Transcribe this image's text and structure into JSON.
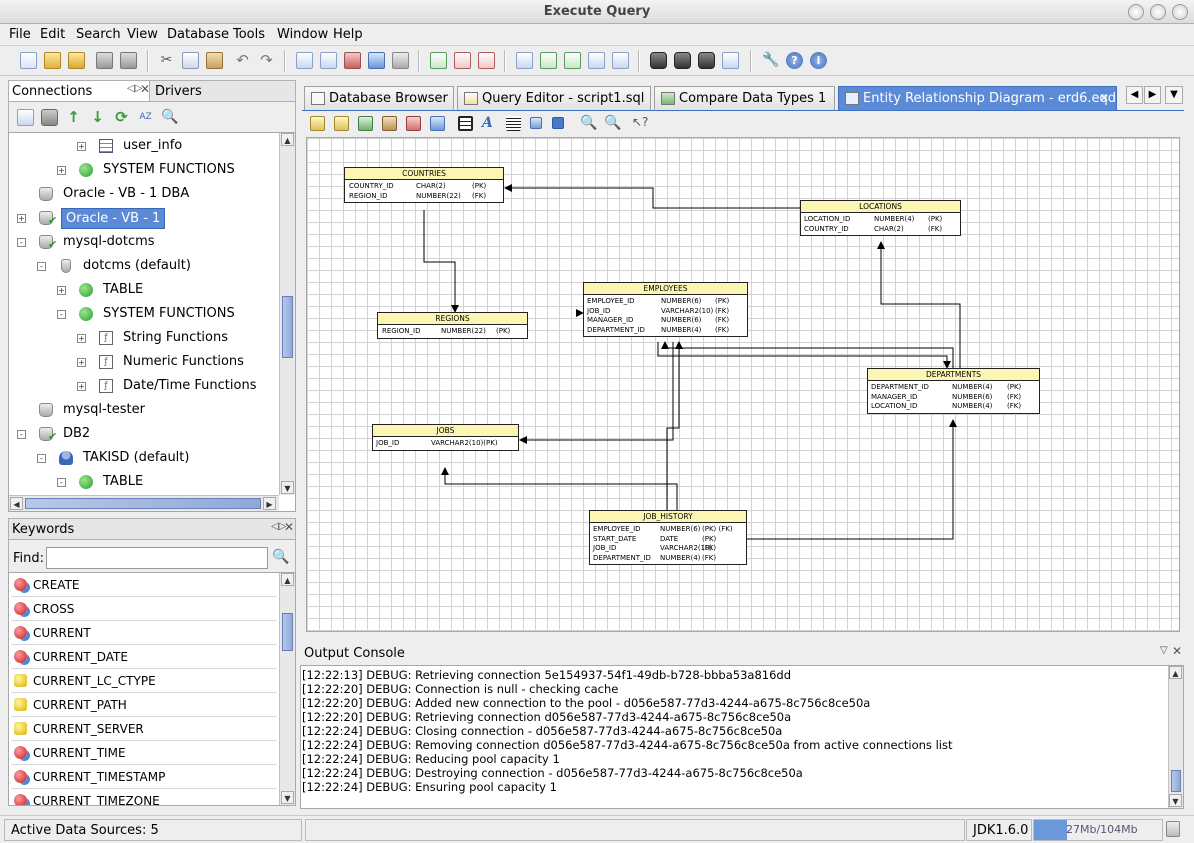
{
  "window": {
    "title": "Execute Query"
  },
  "menu": [
    "File",
    "Edit",
    "Search",
    "View",
    "Database",
    "Tools",
    "Window",
    "Help"
  ],
  "toolbar": {
    "icons": [
      "new-file-icon",
      "open-folder-icon",
      "save-icon",
      "print-preview-icon",
      "print-icon",
      "cut-icon",
      "copy-icon",
      "paste-icon",
      "undo-icon",
      "redo-icon",
      "edit-icon",
      "query-icon",
      "table-icon",
      "refresh-icon",
      "cube-icon",
      "export-icon",
      "import-icon",
      "transfer-icon",
      "document-icon",
      "document-add-icon",
      "document-edit-icon",
      "gear-icon",
      "settings-icon",
      "binoculars-icon",
      "binoculars-forward-icon",
      "binoculars-back-icon",
      "binoculars-go-icon",
      "wrench-icon",
      "help-icon",
      "info-icon"
    ]
  },
  "left_panel": {
    "tab_connections": "Connections",
    "tab_drivers": "Drivers",
    "tree": [
      {
        "label": "user_info",
        "icon": "table-grid-icon",
        "indent": 5,
        "expander": "+"
      },
      {
        "label": "SYSTEM FUNCTIONS",
        "icon": "green-dot-icon",
        "indent": 4,
        "expander": "+"
      },
      {
        "label": "Oracle - VB - 1 DBA",
        "icon": "database-icon",
        "indent": 2,
        "expander": ""
      },
      {
        "label": "Oracle - VB - 1",
        "icon": "database-connected-icon",
        "indent": 2,
        "expander": "+",
        "selected": true
      },
      {
        "label": "mysql-dotcms",
        "icon": "database-connected-icon",
        "indent": 2,
        "expander": "-"
      },
      {
        "label": "dotcms (default)",
        "icon": "schema-icon",
        "indent": 3,
        "expander": "-"
      },
      {
        "label": "TABLE",
        "icon": "green-dot-icon",
        "indent": 4,
        "expander": "+"
      },
      {
        "label": "SYSTEM FUNCTIONS",
        "icon": "green-dot-icon",
        "indent": 4,
        "expander": "-"
      },
      {
        "label": "String Functions",
        "icon": "function-icon",
        "indent": 5,
        "expander": "+"
      },
      {
        "label": "Numeric Functions",
        "icon": "function-icon",
        "indent": 5,
        "expander": "+"
      },
      {
        "label": "Date/Time Functions",
        "icon": "function-icon",
        "indent": 5,
        "expander": "+"
      },
      {
        "label": "mysql-tester",
        "icon": "database-icon",
        "indent": 2,
        "expander": ""
      },
      {
        "label": "DB2",
        "icon": "database-connected-icon",
        "indent": 2,
        "expander": "-"
      },
      {
        "label": "TAKISD (default)",
        "icon": "user-icon",
        "indent": 3,
        "expander": "-"
      },
      {
        "label": "TABLE",
        "icon": "green-dot-icon",
        "indent": 4,
        "expander": "-"
      }
    ]
  },
  "keywords_panel": {
    "title": "Keywords",
    "find_label": "Find:",
    "find_value": "",
    "items": [
      {
        "label": "CREATE",
        "kind": "red"
      },
      {
        "label": "CROSS",
        "kind": "red"
      },
      {
        "label": "CURRENT",
        "kind": "red"
      },
      {
        "label": "CURRENT_DATE",
        "kind": "red"
      },
      {
        "label": "CURRENT_LC_CTYPE",
        "kind": "yellow"
      },
      {
        "label": "CURRENT_PATH",
        "kind": "yellow"
      },
      {
        "label": "CURRENT_SERVER",
        "kind": "yellow"
      },
      {
        "label": "CURRENT_TIME",
        "kind": "red"
      },
      {
        "label": "CURRENT_TIMESTAMP",
        "kind": "red"
      },
      {
        "label": "CURRENT_TIMEZONE",
        "kind": "red"
      }
    ]
  },
  "editor_tabs": [
    {
      "label": "Database Browser",
      "active": false
    },
    {
      "label": "Query Editor - script1.sql",
      "active": false
    },
    {
      "label": "Compare Data Types 1",
      "active": false
    },
    {
      "label": "Entity Relationship Diagram - erd6.eqd",
      "active": true
    }
  ],
  "erd": {
    "entities": [
      {
        "id": "countries",
        "name": "COUNTRIES",
        "rows": [
          [
            "COUNTRY_ID",
            "CHAR(2)",
            "(PK)"
          ],
          [
            "REGION_ID",
            "NUMBER(22)",
            "(FK)"
          ]
        ]
      },
      {
        "id": "locations",
        "name": "LOCATIONS",
        "rows": [
          [
            "LOCATION_ID",
            "NUMBER(4)",
            "(PK)"
          ],
          [
            "COUNTRY_ID",
            "CHAR(2)",
            "(FK)"
          ]
        ]
      },
      {
        "id": "employees",
        "name": "EMPLOYEES",
        "rows": [
          [
            "EMPLOYEE_ID",
            "NUMBER(6)",
            "(PK)"
          ],
          [
            "JOB_ID",
            "VARCHAR2(10)",
            "(FK)"
          ],
          [
            "MANAGER_ID",
            "NUMBER(6)",
            "(FK)"
          ],
          [
            "DEPARTMENT_ID",
            "NUMBER(4)",
            "(FK)"
          ]
        ]
      },
      {
        "id": "regions",
        "name": "REGIONS",
        "rows": [
          [
            "REGION_ID",
            "NUMBER(22)",
            "(PK)"
          ]
        ]
      },
      {
        "id": "departments",
        "name": "DEPARTMENTS",
        "rows": [
          [
            "DEPARTMENT_ID",
            "NUMBER(4)",
            "(PK)"
          ],
          [
            "MANAGER_ID",
            "NUMBER(6)",
            "(FK)"
          ],
          [
            "LOCATION_ID",
            "NUMBER(4)",
            "(FK)"
          ]
        ]
      },
      {
        "id": "jobs",
        "name": "JOBS",
        "rows": [
          [
            "JOB_ID",
            "VARCHAR2(10)(PK)",
            ""
          ]
        ]
      },
      {
        "id": "job_history",
        "name": "JOB_HISTORY",
        "rows": [
          [
            "EMPLOYEE_ID",
            "NUMBER(6)",
            "(PK) (FK)"
          ],
          [
            "START_DATE",
            "DATE",
            "(PK)"
          ],
          [
            "JOB_ID",
            "VARCHAR2(10)",
            "(FK)"
          ],
          [
            "DEPARTMENT_ID",
            "NUMBER(4)",
            "(FK)"
          ]
        ]
      }
    ]
  },
  "console": {
    "title": "Output Console",
    "lines": [
      "[12:22:13] DEBUG: Retrieving connection 5e154937-54f1-49db-b728-bbba53a816dd",
      "[12:22:20] DEBUG: Connection is null - checking cache",
      "[12:22:20] DEBUG: Added new connection to the pool - d056e587-77d3-4244-a675-8c756c8ce50a",
      "[12:22:20] DEBUG: Retrieving connection d056e587-77d3-4244-a675-8c756c8ce50a",
      "[12:22:24] DEBUG: Closing connection - d056e587-77d3-4244-a675-8c756c8ce50a",
      "[12:22:24] DEBUG: Removing connection d056e587-77d3-4244-a675-8c756c8ce50a from active connections list",
      "[12:22:24] DEBUG: Reducing pool capacity 1",
      "[12:22:24] DEBUG: Destroying connection - d056e587-77d3-4244-a675-8c756c8ce50a",
      "[12:22:24] DEBUG: Ensuring pool capacity 1"
    ]
  },
  "status": {
    "active_sources": "Active Data Sources: 5",
    "jdk": "JDK1.6.0",
    "memory": "27Mb/104Mb",
    "memory_fraction": 0.26
  },
  "colors": {
    "accent": "#5b8ad6",
    "entity_header": "#fcf6b4",
    "selection": "#5b8ad6"
  }
}
